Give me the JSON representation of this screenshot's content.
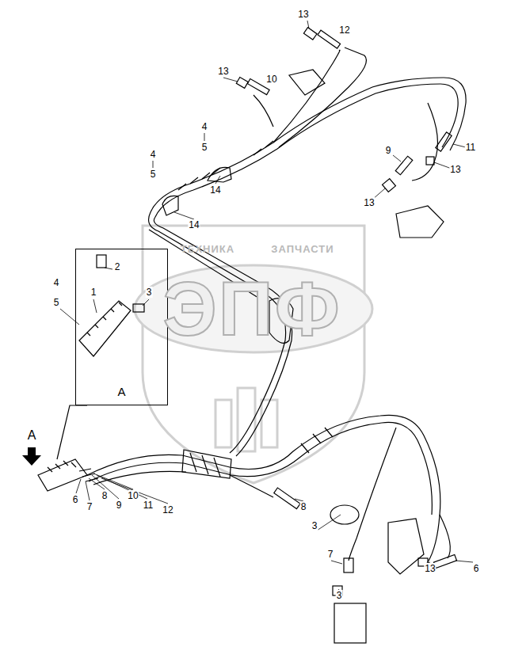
{
  "diagram": {
    "nodes": [
      {
        "text": [
          "A"
        ]
      }
    ],
    "labels": [
      "13",
      "12",
      "13",
      "10",
      "4",
      "5",
      "4",
      "5",
      "14",
      "14",
      "11",
      "9",
      "13",
      "13",
      "2",
      "4",
      "3",
      "5",
      "1",
      "ТЕХНИКА",
      "ЗАПЧАСТИ",
      "ЭПФ",
      "A",
      "6",
      "7",
      "8",
      "9",
      "10",
      "11",
      "12",
      "8",
      "3",
      "7",
      "3",
      "13",
      "6"
    ]
  }
}
